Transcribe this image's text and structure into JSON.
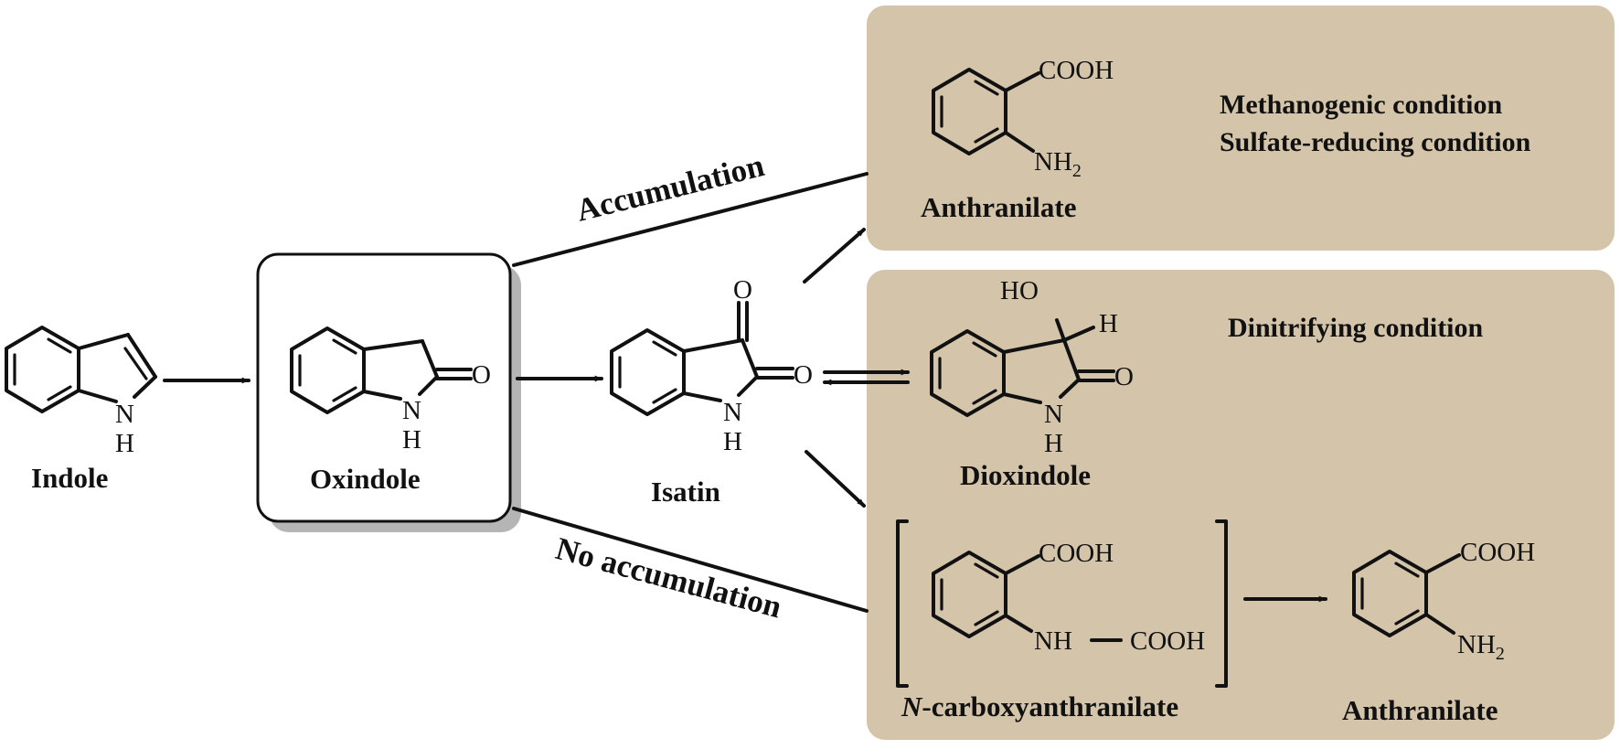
{
  "compounds": {
    "indole": "Indole",
    "oxindole": "Oxindole",
    "isatin": "Isatin",
    "dioxindole": "Dioxindole",
    "anthranilate_top": "Anthranilate",
    "carboxyanthranilate_prefix": "N",
    "carboxyanthranilate_rest": "-carboxyanthranilate",
    "anthranilate_bottom": "Anthranilate"
  },
  "pathways": {
    "accumulation": "Accumulation",
    "no_accumulation": "No accumulation"
  },
  "conditions": {
    "methanogenic": "Methanogenic condition",
    "sulfate_reducing": "Sulfate-reducing condition",
    "denitrifying": "Dinitrifying condition"
  },
  "atoms": {
    "n": "N",
    "h": "H",
    "o": "O",
    "ho": "HO",
    "cooh": "COOH",
    "nh": "NH",
    "nh2": "NH",
    "sub2": "2"
  },
  "colors": {
    "panel": "#d3c4aa",
    "shadow": "#b5b5b5",
    "ink": "#111111"
  }
}
